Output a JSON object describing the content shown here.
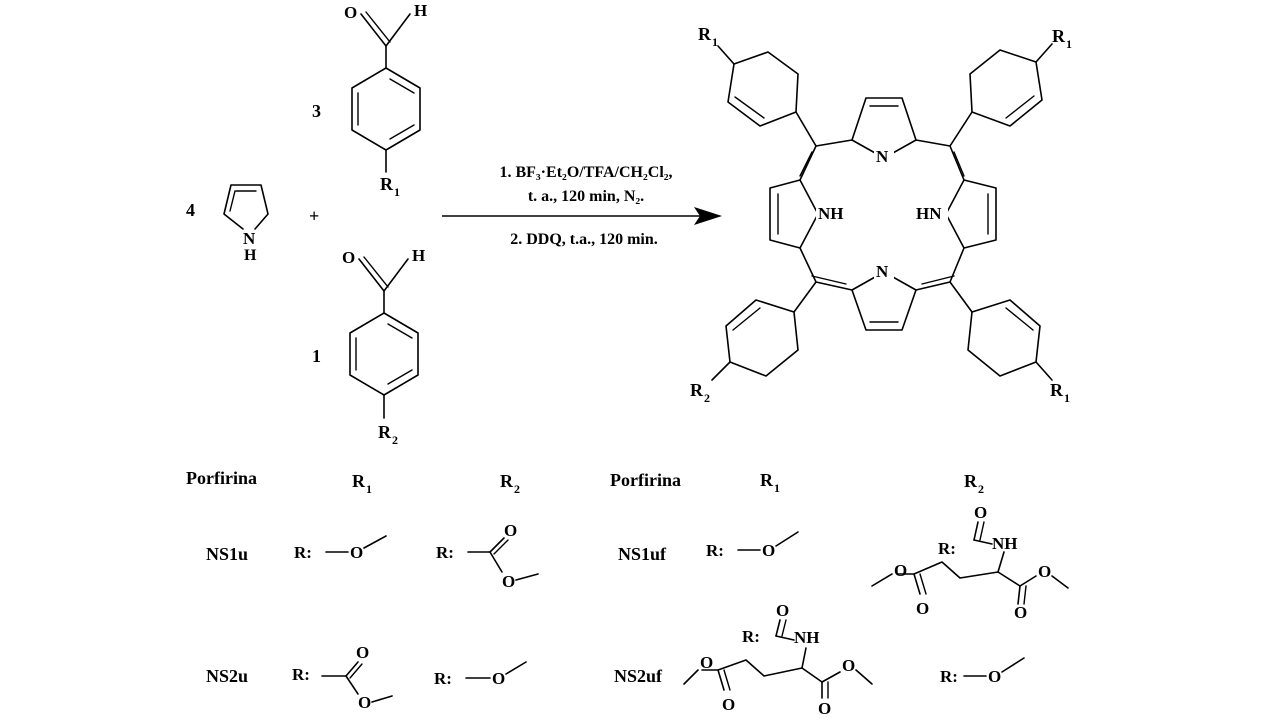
{
  "reaction": {
    "pyrrole_coeff": "4",
    "pyrrole_N": "N",
    "pyrrole_H": "H",
    "plus": "+",
    "aldehyde3_number": "3",
    "aldehyde3_O": "O",
    "aldehyde3_H": "H",
    "aldehyde3_sub_main": "R",
    "aldehyde3_sub_index": "1",
    "aldehyde1_number": "1",
    "aldehyde1_O": "O",
    "aldehyde1_H": "H",
    "aldehyde1_sub_main": "R",
    "aldehyde1_sub_index": "2",
    "step1_line1": "1. BF₃·Et₂O/TFA/CH₂Cl₂,",
    "step1_line2": "t. a., 120 min, N₂.",
    "step2": "2. DDQ, t.a., 120 min."
  },
  "porphyrin": {
    "N_top": "N",
    "N_bottom": "N",
    "NH_left": "NH",
    "HN_right": "HN",
    "sub_top_left_main": "R",
    "sub_top_left_index": "1",
    "sub_top_right_main": "R",
    "sub_top_right_index": "1",
    "sub_bottom_left_main": "R",
    "sub_bottom_left_index": "2",
    "sub_bottom_right_main": "R",
    "sub_bottom_right_index": "1"
  },
  "table": {
    "left": {
      "header_porfirina": "Porfirina",
      "header_r1_main": "R",
      "header_r1_index": "1",
      "header_r2_main": "R",
      "header_r2_index": "2",
      "rows": [
        {
          "name": "NS1u",
          "r1_prefix": "R:",
          "r1_O": "O",
          "r2_prefix": "R:",
          "r2_O_top": "O",
          "r2_O_bottom": "O"
        },
        {
          "name": "NS2u",
          "r1_prefix": "R:",
          "r1_O_top": "O",
          "r1_O_bottom": "O",
          "r2_prefix": "R:",
          "r2_O": "O"
        }
      ]
    },
    "right": {
      "header_porfirina": "Porfirina",
      "header_r1_main": "R",
      "header_r1_index": "1",
      "header_r2_main": "R",
      "header_r2_index": "2",
      "rows": [
        {
          "name": "NS1uf",
          "r1_prefix": "R:",
          "r1_O": "O",
          "r2_prefix": "R:",
          "r2_O_amide": "O",
          "r2_NH": "NH",
          "r2_O_left": "O",
          "r2_O_left_dbl": "O",
          "r2_O_right": "O",
          "r2_O_right_dbl": "O"
        },
        {
          "name": "NS2uf",
          "r1_prefix": "R:",
          "r1_O_amide": "O",
          "r1_NH": "NH",
          "r1_O_left": "O",
          "r1_O_left_dbl": "O",
          "r1_O_right": "O",
          "r1_O_right_dbl": "O",
          "r2_prefix": "R:",
          "r2_O": "O"
        }
      ]
    }
  }
}
